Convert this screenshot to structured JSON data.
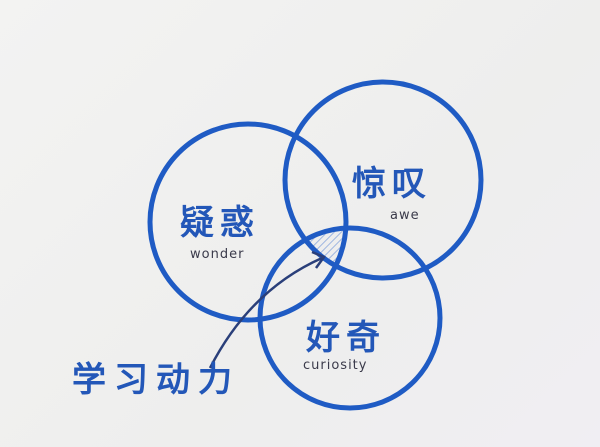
{
  "colors": {
    "stroke": "#1f5bc4",
    "text": "#2357b8",
    "background": "#f1f1f0",
    "hatch": "#9fb6e0"
  },
  "circles": [
    {
      "id": "wonder",
      "title": "疑惑",
      "subtitle": "wonder"
    },
    {
      "id": "awe",
      "title": "惊叹",
      "subtitle": "awe"
    },
    {
      "id": "curiosity",
      "title": "好奇",
      "subtitle": "curiosity"
    }
  ],
  "intersection_label": "学习动力"
}
